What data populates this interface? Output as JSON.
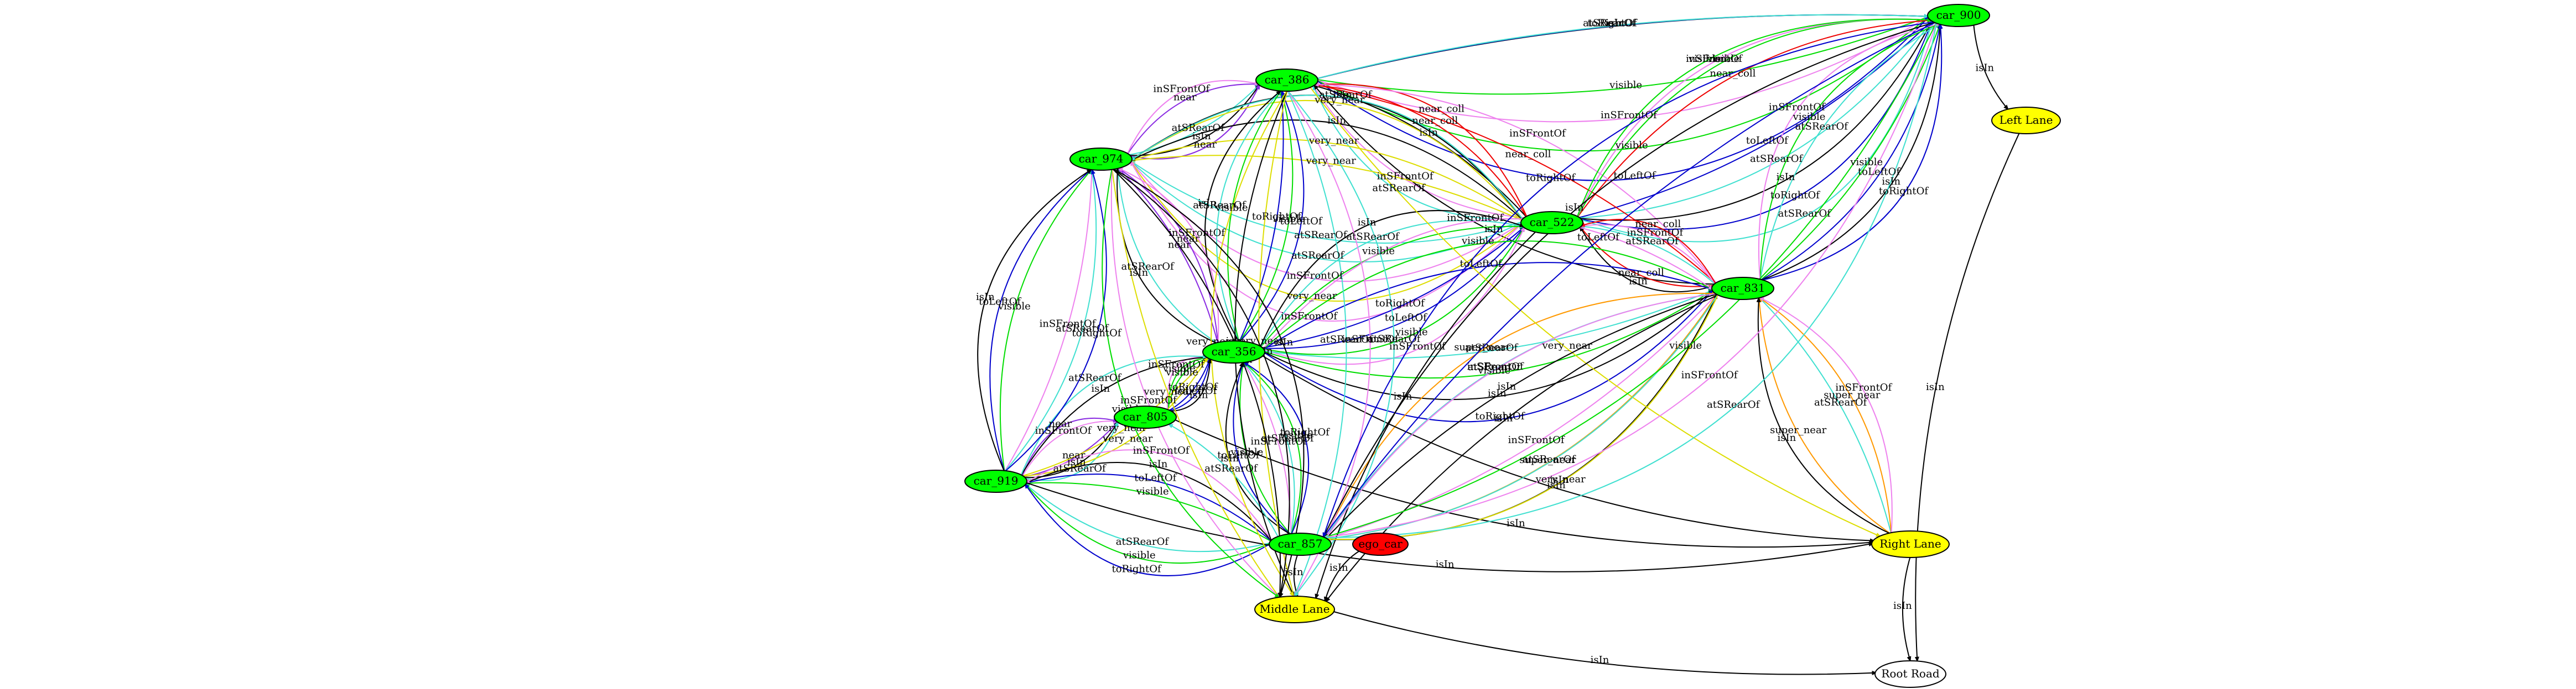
{
  "colors": {
    "car_node": "#00ff00",
    "ego_node": "#ff0000",
    "lane_node": "#ffff00",
    "road_node": "#ffffff",
    "isIn": "#000000",
    "visible": "#00dd00",
    "atSRearOf": "#40e0d0",
    "inSFrontOf": "#ee82ee",
    "toLeftOf": "#0000cc",
    "toRightOf": "#0000cc",
    "near": "#8a2be2",
    "very_near": "#dddd00",
    "super_near": "#ff9900",
    "near_coll": "#ee0000"
  },
  "nodes": [
    {
      "id": "car_900",
      "label": "car_900",
      "kind": "car"
    },
    {
      "id": "car_386",
      "label": "car_386",
      "kind": "car"
    },
    {
      "id": "car_974",
      "label": "car_974",
      "kind": "car"
    },
    {
      "id": "car_522",
      "label": "car_522",
      "kind": "car"
    },
    {
      "id": "car_831",
      "label": "car_831",
      "kind": "car"
    },
    {
      "id": "car_356",
      "label": "car_356",
      "kind": "car"
    },
    {
      "id": "car_805",
      "label": "car_805",
      "kind": "car"
    },
    {
      "id": "car_919",
      "label": "car_919",
      "kind": "car"
    },
    {
      "id": "car_857",
      "label": "car_857",
      "kind": "car"
    },
    {
      "id": "ego_car",
      "label": "ego_car",
      "kind": "ego"
    },
    {
      "id": "left_lane",
      "label": "Left Lane",
      "kind": "lane"
    },
    {
      "id": "right_lane",
      "label": "Right Lane",
      "kind": "lane"
    },
    {
      "id": "middle_lane",
      "label": "Middle Lane",
      "kind": "lane"
    },
    {
      "id": "root_road",
      "label": "Root Road",
      "kind": "road"
    }
  ],
  "edges": [
    {
      "from": "car_386",
      "to": "car_900",
      "label": "visible",
      "rel": "visible"
    },
    {
      "from": "car_386",
      "to": "car_900",
      "label": "isIn",
      "rel": "isIn"
    },
    {
      "from": "car_386",
      "to": "car_900",
      "label": "inSFrontOf",
      "rel": "inSFrontOf"
    },
    {
      "from": "car_386",
      "to": "car_900",
      "label": "toRightOf",
      "rel": "toRightOf"
    },
    {
      "from": "car_386",
      "to": "car_900",
      "label": "visible",
      "rel": "visible"
    },
    {
      "from": "car_386",
      "to": "car_900",
      "label": "atSRearOf",
      "rel": "atSRearOf"
    },
    {
      "from": "car_386",
      "to": "car_900",
      "label": "toLeftOf",
      "rel": "toLeftOf"
    },
    {
      "from": "car_900",
      "to": "left_lane",
      "label": "isIn",
      "rel": "isIn"
    },
    {
      "from": "left_lane",
      "to": "root_road",
      "label": "isIn",
      "rel": "isIn"
    },
    {
      "from": "car_974",
      "to": "car_386",
      "label": "atSRearOf",
      "rel": "atSRearOf"
    },
    {
      "from": "car_974",
      "to": "car_386",
      "label": "near",
      "rel": "near"
    },
    {
      "from": "car_974",
      "to": "car_386",
      "label": "isIn",
      "rel": "isIn"
    },
    {
      "from": "car_974",
      "to": "car_386",
      "label": "inSFrontOf",
      "rel": "inSFrontOf"
    },
    {
      "from": "car_974",
      "to": "car_386",
      "label": "near",
      "rel": "near"
    },
    {
      "from": "car_522",
      "to": "car_386",
      "label": "isIn",
      "rel": "isIn"
    },
    {
      "from": "car_522",
      "to": "car_386",
      "label": "inSFrontOf",
      "rel": "inSFrontOf"
    },
    {
      "from": "car_522",
      "to": "car_386",
      "label": "near_coll",
      "rel": "near_coll"
    },
    {
      "from": "car_522",
      "to": "car_386",
      "label": "atSRearOf",
      "rel": "atSRearOf"
    },
    {
      "from": "car_522",
      "to": "car_386",
      "label": "near_coll",
      "rel": "near_coll"
    },
    {
      "from": "car_522",
      "to": "car_900",
      "label": "toLeftOf",
      "rel": "toLeftOf"
    },
    {
      "from": "car_522",
      "to": "car_900",
      "label": "near_coll",
      "rel": "near_coll"
    },
    {
      "from": "car_522",
      "to": "car_900",
      "label": "atSRearOf",
      "rel": "atSRearOf"
    },
    {
      "from": "car_831",
      "to": "car_386",
      "label": "near_coll",
      "rel": "near_coll"
    },
    {
      "from": "car_831",
      "to": "car_386",
      "label": "isIn",
      "rel": "isIn"
    },
    {
      "from": "car_831",
      "to": "car_386",
      "label": "inSFrontOf",
      "rel": "inSFrontOf"
    },
    {
      "from": "car_522",
      "to": "car_900",
      "label": "visible",
      "rel": "visible"
    },
    {
      "from": "car_522",
      "to": "car_900",
      "label": "isIn",
      "rel": "isIn"
    },
    {
      "from": "car_522",
      "to": "car_900",
      "label": "inSFrontOf",
      "rel": "inSFrontOf"
    },
    {
      "from": "car_522",
      "to": "car_900",
      "label": "toRightOf",
      "rel": "toRightOf"
    },
    {
      "from": "car_522",
      "to": "car_900",
      "label": "visible",
      "rel": "visible"
    },
    {
      "from": "car_522",
      "to": "car_900",
      "label": "atSRearOf",
      "rel": "atSRearOf"
    },
    {
      "from": "car_831",
      "to": "car_900",
      "label": "visible",
      "rel": "visible"
    },
    {
      "from": "car_831",
      "to": "car_900",
      "label": "atSRearOf",
      "rel": "atSRearOf"
    },
    {
      "from": "car_831",
      "to": "car_900",
      "label": "toLeftOf",
      "rel": "toLeftOf"
    },
    {
      "from": "car_831",
      "to": "car_900",
      "label": "visible",
      "rel": "visible"
    },
    {
      "from": "car_831",
      "to": "car_900",
      "label": "isIn",
      "rel": "isIn"
    },
    {
      "from": "car_831",
      "to": "car_900",
      "label": "inSFrontOf",
      "rel": "inSFrontOf"
    },
    {
      "from": "car_831",
      "to": "car_900",
      "label": "toRightOf",
      "rel": "toRightOf"
    },
    {
      "from": "car_522",
      "to": "car_974",
      "label": "very_near",
      "rel": "very_near"
    },
    {
      "from": "car_522",
      "to": "car_974",
      "label": "atSRearOf",
      "rel": "atSRearOf"
    },
    {
      "from": "car_522",
      "to": "car_974",
      "label": "very_near",
      "rel": "very_near"
    },
    {
      "from": "car_522",
      "to": "car_974",
      "label": "atSRearOf",
      "rel": "atSRearOf"
    },
    {
      "from": "car_522",
      "to": "car_974",
      "label": "isIn",
      "rel": "isIn"
    },
    {
      "from": "car_522",
      "to": "car_974",
      "label": "inSFrontOf",
      "rel": "inSFrontOf"
    },
    {
      "from": "car_522",
      "to": "car_974",
      "label": "very_near",
      "rel": "very_near"
    },
    {
      "from": "car_522",
      "to": "car_974",
      "label": "very_near",
      "rel": "very_near"
    },
    {
      "from": "car_522",
      "to": "car_974",
      "label": "isIn",
      "rel": "isIn"
    },
    {
      "from": "car_522",
      "to": "car_974",
      "label": "inSFrontOf",
      "rel": "inSFrontOf"
    },
    {
      "from": "car_522",
      "to": "car_974",
      "label": "atSRearOf",
      "rel": "atSRearOf"
    },
    {
      "from": "car_831",
      "to": "car_522",
      "label": "atSRearOf",
      "rel": "atSRearOf"
    },
    {
      "from": "car_831",
      "to": "car_522",
      "label": "near_coll",
      "rel": "near_coll"
    },
    {
      "from": "car_831",
      "to": "car_522",
      "label": "inSFrontOf",
      "rel": "inSFrontOf"
    },
    {
      "from": "car_831",
      "to": "car_522",
      "label": "isIn",
      "rel": "isIn"
    },
    {
      "from": "car_831",
      "to": "car_522",
      "label": "near_coll",
      "rel": "near_coll"
    },
    {
      "from": "car_356",
      "to": "car_386",
      "label": "toRightOf",
      "rel": "toRightOf"
    },
    {
      "from": "car_356",
      "to": "car_386",
      "label": "visible",
      "rel": "visible"
    },
    {
      "from": "car_356",
      "to": "car_386",
      "label": "visible",
      "rel": "visible"
    },
    {
      "from": "car_356",
      "to": "car_386",
      "label": "atSRearOf",
      "rel": "atSRearOf"
    },
    {
      "from": "car_356",
      "to": "car_386",
      "label": "toLeftOf",
      "rel": "toLeftOf"
    },
    {
      "from": "car_356",
      "to": "car_386",
      "label": "isIn",
      "rel": "isIn"
    },
    {
      "from": "car_356",
      "to": "car_974",
      "label": "near",
      "rel": "near"
    },
    {
      "from": "car_356",
      "to": "car_974",
      "label": "atSRearOf",
      "rel": "atSRearOf"
    },
    {
      "from": "car_356",
      "to": "car_974",
      "label": "near",
      "rel": "near"
    },
    {
      "from": "car_356",
      "to": "car_974",
      "label": "isIn",
      "rel": "isIn"
    },
    {
      "from": "car_356",
      "to": "car_974",
      "label": "inSFrontOf",
      "rel": "inSFrontOf"
    },
    {
      "from": "car_356",
      "to": "car_522",
      "label": "toRightOf",
      "rel": "toRightOf"
    },
    {
      "from": "car_356",
      "to": "car_522",
      "label": "visible",
      "rel": "visible"
    },
    {
      "from": "car_356",
      "to": "car_522",
      "label": "toLeftOf",
      "rel": "toLeftOf"
    },
    {
      "from": "car_356",
      "to": "car_522",
      "label": "atSRearOf",
      "rel": "atSRearOf"
    },
    {
      "from": "car_356",
      "to": "car_522",
      "label": "visible",
      "rel": "visible"
    },
    {
      "from": "car_356",
      "to": "car_522",
      "label": "isIn",
      "rel": "isIn"
    },
    {
      "from": "car_356",
      "to": "car_522",
      "label": "inSFrontOf",
      "rel": "inSFrontOf"
    },
    {
      "from": "car_356",
      "to": "car_831",
      "label": "atSRearOf",
      "rel": "atSRearOf"
    },
    {
      "from": "car_356",
      "to": "car_831",
      "label": "toLeftOf",
      "rel": "toLeftOf"
    },
    {
      "from": "car_356",
      "to": "car_831",
      "label": "visible",
      "rel": "visible"
    },
    {
      "from": "car_356",
      "to": "car_831",
      "label": "visible",
      "rel": "visible"
    },
    {
      "from": "car_356",
      "to": "car_831",
      "label": "isIn",
      "rel": "isIn"
    },
    {
      "from": "car_356",
      "to": "car_831",
      "label": "inSFrontOf",
      "rel": "inSFrontOf"
    },
    {
      "from": "car_356",
      "to": "car_831",
      "label": "toRightOf",
      "rel": "toRightOf"
    },
    {
      "from": "car_805",
      "to": "car_356",
      "label": "toRightOf",
      "rel": "toRightOf"
    },
    {
      "from": "car_805",
      "to": "car_356",
      "label": "visible",
      "rel": "visible"
    },
    {
      "from": "car_805",
      "to": "car_356",
      "label": "toLeftOf",
      "rel": "toLeftOf"
    },
    {
      "from": "car_805",
      "to": "car_356",
      "label": "visible",
      "rel": "visible"
    },
    {
      "from": "car_805",
      "to": "car_356",
      "label": "isIn",
      "rel": "isIn"
    },
    {
      "from": "car_805",
      "to": "car_356",
      "label": "inSFrontOf",
      "rel": "inSFrontOf"
    },
    {
      "from": "car_919",
      "to": "car_805",
      "label": "near",
      "rel": "near"
    },
    {
      "from": "car_919",
      "to": "car_805",
      "label": "inSFrontOf",
      "rel": "inSFrontOf"
    },
    {
      "from": "car_919",
      "to": "car_805",
      "label": "isIn",
      "rel": "isIn"
    },
    {
      "from": "car_919",
      "to": "car_805",
      "label": "near",
      "rel": "near"
    },
    {
      "from": "car_919",
      "to": "car_805",
      "label": "atSRearOf",
      "rel": "atSRearOf"
    },
    {
      "from": "car_919",
      "to": "car_356",
      "label": "very_near",
      "rel": "very_near"
    },
    {
      "from": "car_919",
      "to": "car_356",
      "label": "isIn",
      "rel": "isIn"
    },
    {
      "from": "car_919",
      "to": "car_356",
      "label": "very_near",
      "rel": "very_near"
    },
    {
      "from": "car_919",
      "to": "car_356",
      "label": "atSRearOf",
      "rel": "atSRearOf"
    },
    {
      "from": "car_919",
      "to": "car_974",
      "label": "inSFrontOf",
      "rel": "inSFrontOf"
    },
    {
      "from": "car_919",
      "to": "car_974",
      "label": "visible",
      "rel": "visible"
    },
    {
      "from": "car_919",
      "to": "car_974",
      "label": "atSRearOf",
      "rel": "atSRearOf"
    },
    {
      "from": "car_919",
      "to": "car_974",
      "label": "toLeftOf",
      "rel": "toLeftOf"
    },
    {
      "from": "car_919",
      "to": "car_974",
      "label": "toRightOf",
      "rel": "toRightOf"
    },
    {
      "from": "car_919",
      "to": "car_974",
      "label": "isIn",
      "rel": "isIn"
    },
    {
      "from": "car_857",
      "to": "car_919",
      "label": "visible",
      "rel": "visible"
    },
    {
      "from": "car_857",
      "to": "car_919",
      "label": "atSRearOf",
      "rel": "atSRearOf"
    },
    {
      "from": "car_857",
      "to": "car_919",
      "label": "toLeftOf",
      "rel": "toLeftOf"
    },
    {
      "from": "car_857",
      "to": "car_919",
      "label": "visible",
      "rel": "visible"
    },
    {
      "from": "car_857",
      "to": "car_919",
      "label": "isIn",
      "rel": "isIn"
    },
    {
      "from": "car_857",
      "to": "car_919",
      "label": "toRightOf",
      "rel": "toRightOf"
    },
    {
      "from": "car_857",
      "to": "car_919",
      "label": "inSFrontOf",
      "rel": "inSFrontOf"
    },
    {
      "from": "car_857",
      "to": "car_356",
      "label": "inSFrontOf",
      "rel": "inSFrontOf"
    },
    {
      "from": "car_857",
      "to": "car_356",
      "label": "visible",
      "rel": "visible"
    },
    {
      "from": "car_857",
      "to": "car_356",
      "label": "atSRearOf",
      "rel": "atSRearOf"
    },
    {
      "from": "car_857",
      "to": "car_356",
      "label": "toLeftOf",
      "rel": "toLeftOf"
    },
    {
      "from": "car_857",
      "to": "car_356",
      "label": "visible",
      "rel": "visible"
    },
    {
      "from": "car_857",
      "to": "car_356",
      "label": "isIn",
      "rel": "isIn"
    },
    {
      "from": "car_857",
      "to": "car_356",
      "label": "toRightOf",
      "rel": "toRightOf"
    },
    {
      "from": "car_857",
      "to": "car_805",
      "label": "atSRearOf",
      "rel": "atSRearOf"
    },
    {
      "from": "car_857",
      "to": "car_831",
      "label": "inSFrontOf",
      "rel": "inSFrontOf"
    },
    {
      "from": "car_857",
      "to": "car_831",
      "label": "atSRearOf",
      "rel": "atSRearOf"
    },
    {
      "from": "car_857",
      "to": "car_831",
      "label": "super_near",
      "rel": "super_near"
    },
    {
      "from": "car_857",
      "to": "car_831",
      "label": "super_near",
      "rel": "super_near"
    },
    {
      "from": "car_857",
      "to": "car_831",
      "label": "isIn",
      "rel": "isIn"
    },
    {
      "from": "car_857",
      "to": "middle_lane",
      "label": "isIn",
      "rel": "isIn"
    },
    {
      "from": "ego_car",
      "to": "middle_lane",
      "label": "isIn",
      "rel": "isIn"
    },
    {
      "from": "right_lane",
      "to": "car_831",
      "label": "atSRearOf",
      "rel": "atSRearOf"
    },
    {
      "from": "right_lane",
      "to": "car_831",
      "label": "super_near",
      "rel": "super_near"
    },
    {
      "from": "right_lane",
      "to": "car_831",
      "label": "super_near",
      "rel": "super_near"
    },
    {
      "from": "right_lane",
      "to": "car_831",
      "label": "isIn",
      "rel": "isIn"
    },
    {
      "from": "right_lane",
      "to": "car_831",
      "label": "inSFrontOf",
      "rel": "inSFrontOf"
    },
    {
      "from": "car_805",
      "to": "right_lane",
      "label": "isIn",
      "rel": "isIn"
    },
    {
      "from": "car_356",
      "to": "right_lane",
      "label": "isIn",
      "rel": "isIn"
    },
    {
      "from": "car_919",
      "to": "right_lane",
      "label": "isIn",
      "rel": "isIn"
    },
    {
      "from": "right_lane",
      "to": "root_road",
      "label": "isIn",
      "rel": "isIn"
    },
    {
      "from": "car_386",
      "to": "right_lane",
      "label": "very_near",
      "rel": "very_near"
    },
    {
      "from": "car_386",
      "to": "middle_lane",
      "label": "very_near",
      "rel": "very_near"
    },
    {
      "from": "car_386",
      "to": "middle_lane",
      "label": "atSRearOf",
      "rel": "atSRearOf"
    },
    {
      "from": "car_386",
      "to": "middle_lane",
      "label": "isIn",
      "rel": "isIn"
    },
    {
      "from": "car_386",
      "to": "middle_lane",
      "label": "inSFrontOf",
      "rel": "inSFrontOf"
    },
    {
      "from": "car_386",
      "to": "middle_lane",
      "label": "very_near",
      "rel": "very_near"
    },
    {
      "from": "car_386",
      "to": "middle_lane",
      "label": "atSRearOf",
      "rel": "atSRearOf"
    },
    {
      "from": "car_974",
      "to": "middle_lane",
      "label": "very_near",
      "rel": "very_near"
    },
    {
      "from": "car_974",
      "to": "middle_lane",
      "label": "isIn",
      "rel": "isIn"
    },
    {
      "from": "car_974",
      "to": "middle_lane",
      "label": "inSFrontOf",
      "rel": "inSFrontOf"
    },
    {
      "from": "car_974",
      "to": "middle_lane",
      "label": "isIn",
      "rel": "isIn"
    },
    {
      "from": "car_974",
      "to": "middle_lane",
      "label": "visible",
      "rel": "visible"
    },
    {
      "from": "car_974",
      "to": "middle_lane",
      "label": "isIn",
      "rel": "isIn"
    },
    {
      "from": "car_522",
      "to": "middle_lane",
      "label": "isIn",
      "rel": "isIn"
    },
    {
      "from": "car_831",
      "to": "middle_lane",
      "label": "isIn",
      "rel": "isIn"
    },
    {
      "from": "car_831",
      "to": "car_857",
      "label": "isIn",
      "rel": "isIn"
    },
    {
      "from": "car_831",
      "to": "car_857",
      "label": "atSRearOf",
      "rel": "atSRearOf"
    },
    {
      "from": "car_831",
      "to": "car_857",
      "label": "inSFrontOf",
      "rel": "inSFrontOf"
    },
    {
      "from": "car_831",
      "to": "car_857",
      "label": "very_near",
      "rel": "very_near"
    },
    {
      "from": "car_900",
      "to": "car_857",
      "label": "toLeftOf",
      "rel": "toLeftOf"
    },
    {
      "from": "car_900",
      "to": "car_857",
      "label": "visible",
      "rel": "visible"
    },
    {
      "from": "car_900",
      "to": "car_857",
      "label": "isIn",
      "rel": "isIn"
    },
    {
      "from": "car_900",
      "to": "car_857",
      "label": "inSFrontOf",
      "rel": "inSFrontOf"
    },
    {
      "from": "car_900",
      "to": "car_857",
      "label": "toRightOf",
      "rel": "toRightOf"
    },
    {
      "from": "car_900",
      "to": "car_857",
      "label": "atSRearOf",
      "rel": "atSRearOf"
    },
    {
      "from": "middle_lane",
      "to": "root_road",
      "label": "isIn",
      "rel": "isIn"
    }
  ]
}
